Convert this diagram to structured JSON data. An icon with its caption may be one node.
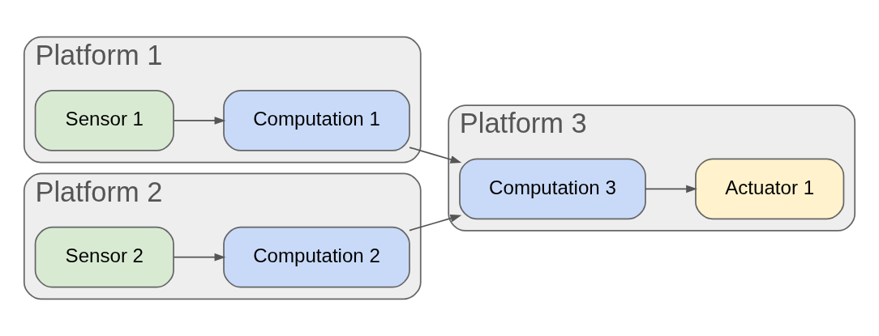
{
  "diagram": {
    "nodes": [
      {
        "text": [
          "Platform 1"
        ]
      },
      {
        "text": [
          "Sensor 1"
        ],
        "in": 0
      },
      {
        "text": [
          "Computation 1"
        ],
        "in": 0
      },
      {
        "text": [
          "Platform 2"
        ]
      },
      {
        "text": [
          "Sensor 2"
        ],
        "in": 3
      },
      {
        "text": [
          "Computation 2"
        ],
        "in": 3
      },
      {
        "text": [
          "Platform 3"
        ]
      },
      {
        "text": [
          "Computation 3"
        ],
        "in": 6
      },
      {
        "text": [
          "Actuator 1"
        ],
        "in": 6
      }
    ],
    "edges": [
      {
        "from": 1,
        "to": 2,
        "arrow": "to"
      },
      {
        "from": 2,
        "to": 7,
        "arrow": "to"
      },
      {
        "from": 4,
        "to": 5,
        "arrow": "to"
      },
      {
        "from": 5,
        "to": 7,
        "arrow": "to"
      },
      {
        "from": 7,
        "to": 8,
        "arrow": "to"
      }
    ]
  }
}
